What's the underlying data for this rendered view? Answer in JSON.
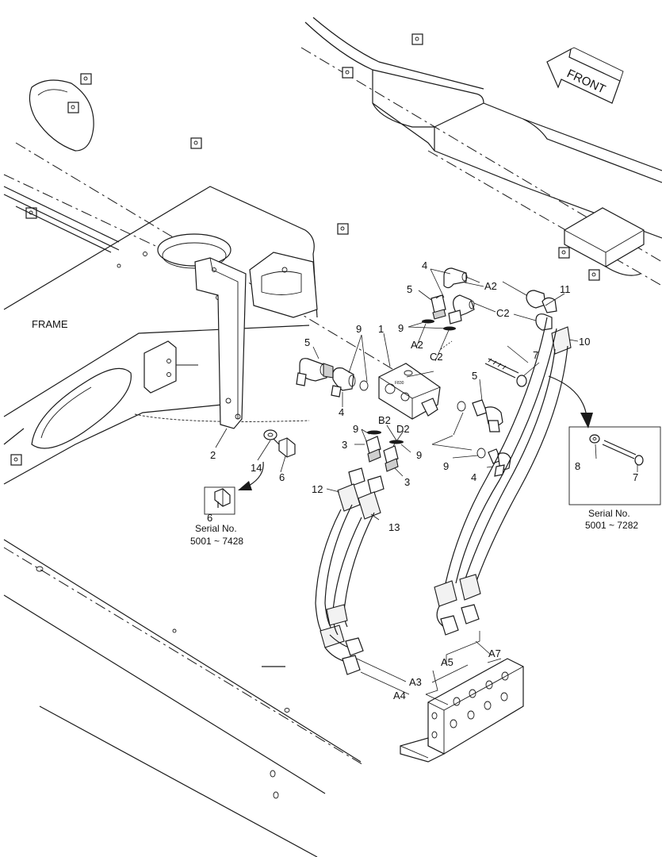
{
  "front_arrow": {
    "label": "FRONT"
  },
  "frame_label": "FRAME",
  "callouts": {
    "n1": "1",
    "n2": "2",
    "n3a": "3",
    "n3b": "3",
    "n4a": "4",
    "n4b": "4",
    "n4c": "4",
    "n5a": "5",
    "n5b": "5",
    "n5c": "5",
    "n6": "6",
    "n6b": "6",
    "n7": "7",
    "n7b": "7",
    "n8": "8",
    "n9a": "9",
    "n9b": "9",
    "n9c": "9",
    "n9d": "9",
    "n9e": "9",
    "n10": "10",
    "n11": "11",
    "n12": "12",
    "n13": "13",
    "n14": "14"
  },
  "ports": {
    "a2_top": "A2",
    "c2_top": "C2",
    "a2_block": "A2",
    "c2_block": "C2",
    "b2": "B2",
    "d2": "D2",
    "a3": "A3",
    "a4": "A4",
    "a5": "A5",
    "a7": "A7"
  },
  "inset_left": {
    "serial": "Serial No.",
    "range": "5001 ~ 7428"
  },
  "inset_right": {
    "serial": "Serial No.",
    "range": "5001 ~ 7282"
  }
}
